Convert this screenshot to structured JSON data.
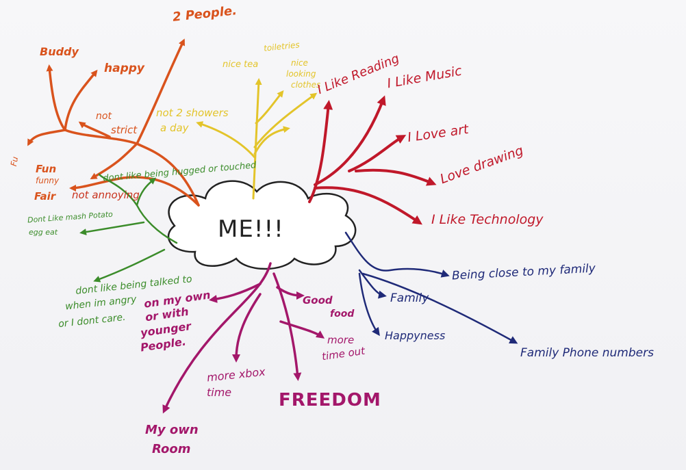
{
  "colors": {
    "red": "#c8311c",
    "orange": "#d9531d",
    "yellow": "#e3c42a",
    "green": "#3b8c2a",
    "crimson": "#c0182a",
    "navy": "#1f2a78",
    "magenta": "#a3176a",
    "ink": "#222222"
  },
  "centre": {
    "label": "ME!!!"
  },
  "branches": {
    "orange": {
      "two_people": "2 People.",
      "buddy": "Buddy",
      "happy": "happy",
      "not_strict_1": "not",
      "not_strict_2": "strict",
      "fun": "Fun",
      "funny": "funny",
      "fair": "Fair",
      "not_annoying": "not annoying",
      "fun_small": "Fu"
    },
    "yellow": {
      "not_2_showers_1": "not 2 showers",
      "not_2_showers_2": "a day",
      "nice_tea": "nice tea",
      "toiletries": "toiletries",
      "nice_looking_1": "nice",
      "nice_looking_2": "looking",
      "nice_looking_3": "clothes"
    },
    "green": {
      "dont_like_hugged": "dont like being hugged or touched",
      "mash_1": "Dont Like mash Potato",
      "mash_2": "egg eat",
      "talked_1": "dont like being talked to",
      "talked_2": "when im angry",
      "talked_3": "or I dont care."
    },
    "crimson": {
      "reading": "I Like Reading",
      "music": "I Like Music",
      "art": "I Love art",
      "drawing": "Love drawing",
      "technology": "I Like Technology"
    },
    "navy": {
      "close_family": "Being close to my family",
      "family": "Family",
      "happyness": "Happyness",
      "phone_numbers": "Family Phone numbers"
    },
    "magenta": {
      "on_my_own_1": "on my own",
      "on_my_own_2": "or with",
      "on_my_own_3": "younger",
      "on_my_own_4": "People.",
      "good_food_1": "Good",
      "good_food_2": "food",
      "more_time_1": "more",
      "more_time_2": "time out",
      "xbox_1": "more xbox",
      "xbox_2": "time",
      "freedom": "FREEDOM",
      "own_room_1": "My own",
      "own_room_2": "Room"
    }
  }
}
